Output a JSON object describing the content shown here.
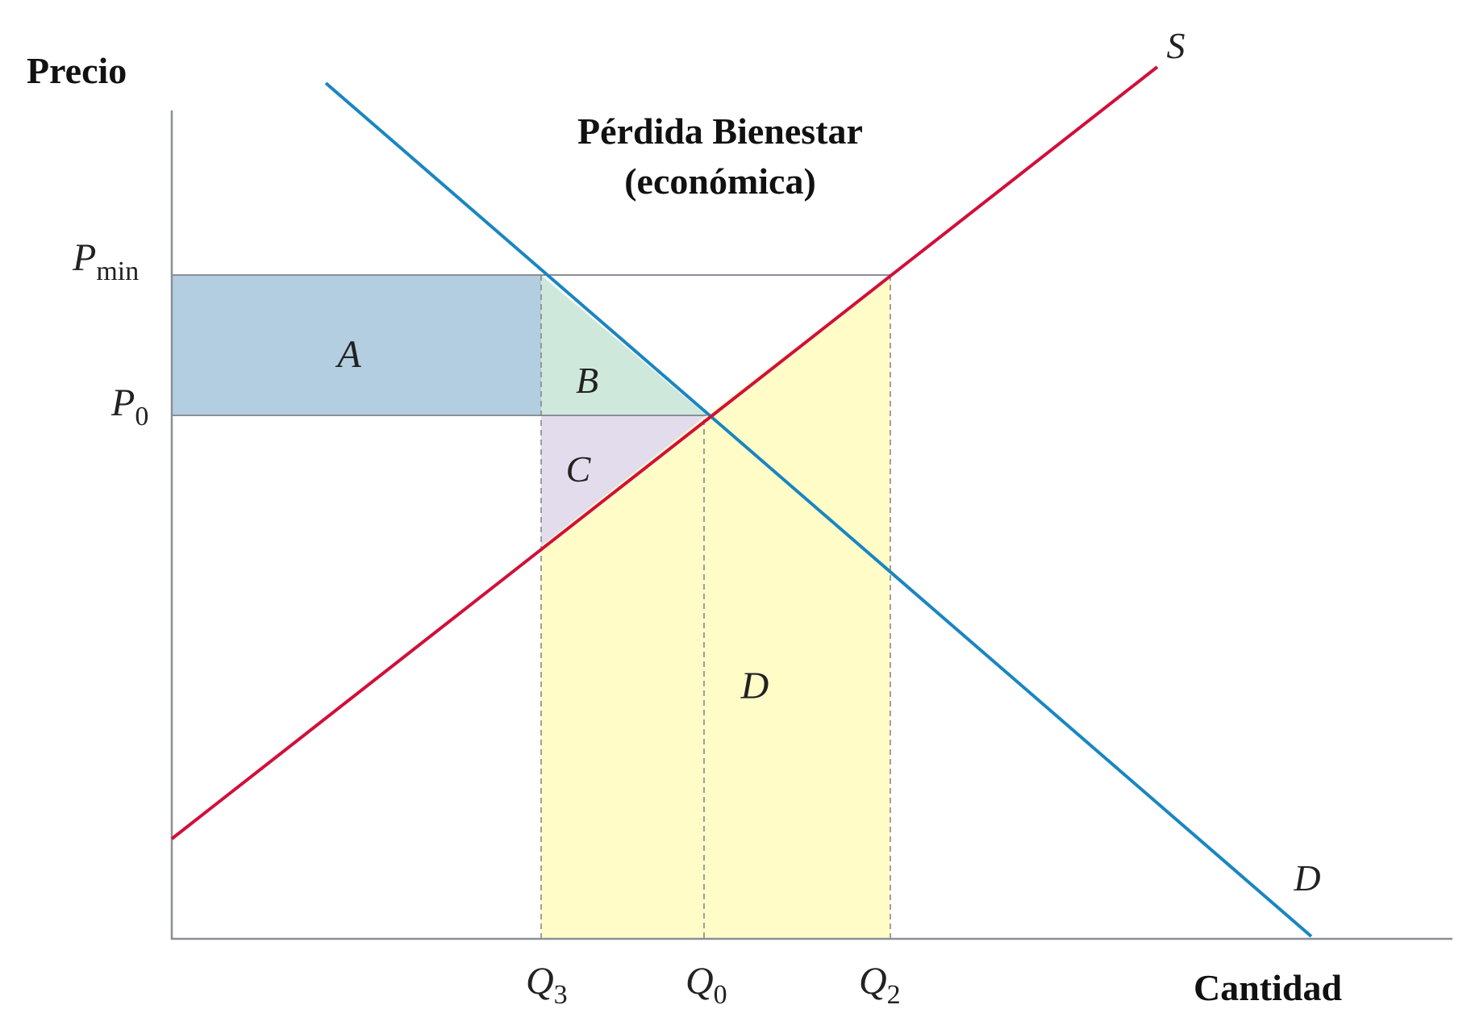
{
  "axes": {
    "y_label": "Precio",
    "x_label": "Cantidad"
  },
  "title": {
    "line1": "Pérdida Bienestar",
    "line2": "(económica)"
  },
  "price_ticks": {
    "pmin": {
      "symbol": "P",
      "sub": "min"
    },
    "p0": {
      "symbol": "P",
      "sub": "0"
    }
  },
  "quantity_ticks": {
    "q3": {
      "symbol": "Q",
      "sub": "3"
    },
    "q0": {
      "symbol": "Q",
      "sub": "0"
    },
    "q2": {
      "symbol": "Q",
      "sub": "2"
    }
  },
  "curves": {
    "supply_label": "S",
    "demand_label": "D",
    "supply_color": "#d0103a",
    "demand_color": "#1a86c0"
  },
  "regions": {
    "a": {
      "label": "A",
      "color": "#b3cde1"
    },
    "b": {
      "label": "B",
      "color": "#cfe8dc"
    },
    "c": {
      "label": "C",
      "color": "#e3dcec"
    },
    "d": {
      "label": "D",
      "color": "#fffcc8"
    }
  }
}
